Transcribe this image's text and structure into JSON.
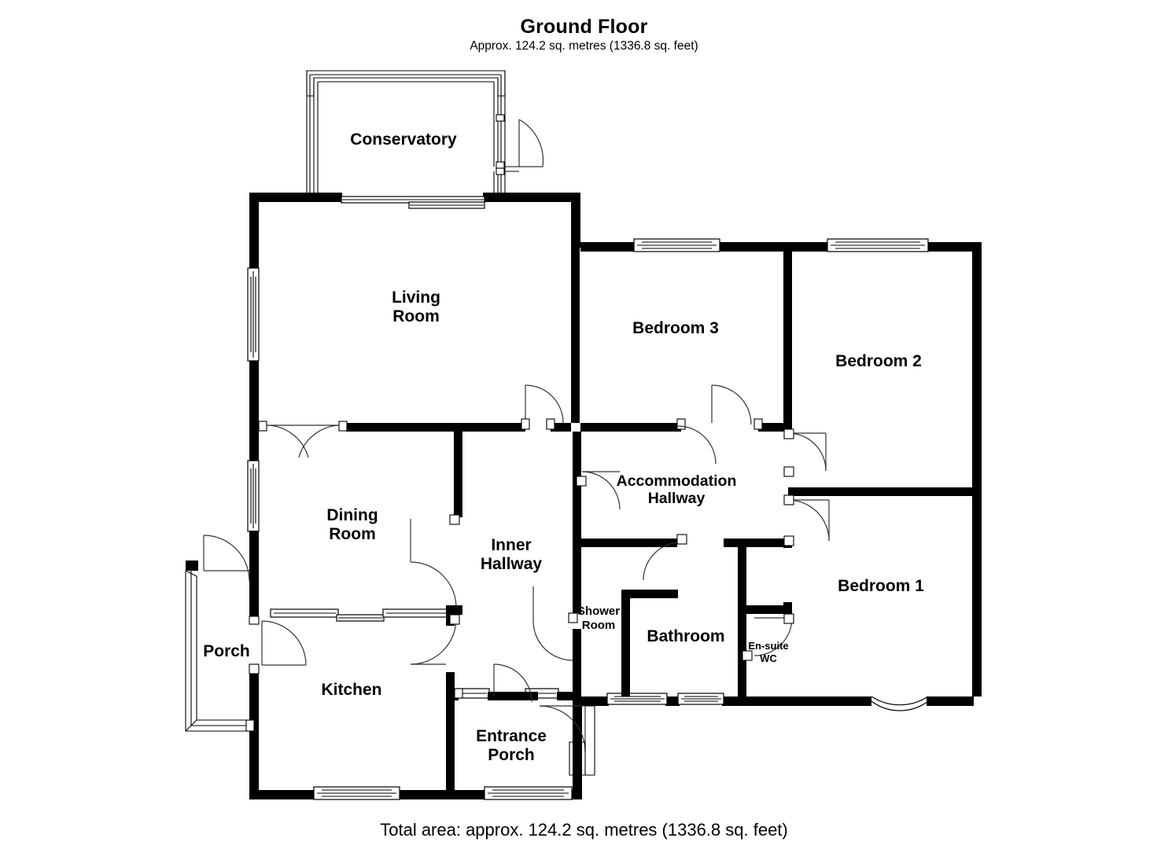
{
  "header": {
    "title": "Ground Floor",
    "subtitle": "Approx. 124.2 sq. metres (1336.8 sq. feet)"
  },
  "footer": {
    "total_area": "Total area: approx. 124.2 sq. metres (1336.8 sq. feet)"
  },
  "plan": {
    "floor_name": "Ground Floor",
    "area_sq_metres": "124.2",
    "area_sq_feet": "1336.8",
    "wall_color": "#000000",
    "background_color": "#ffffff",
    "door_swing_color": "#333333"
  },
  "rooms": [
    {
      "id": "conservatory",
      "label": "Conservatory",
      "label_line1": "Conservatory",
      "label_line2": ""
    },
    {
      "id": "living-room",
      "label": "Living Room",
      "label_line1": "Living",
      "label_line2": "Room"
    },
    {
      "id": "bedroom-3",
      "label": "Bedroom 3",
      "label_line1": "Bedroom 3",
      "label_line2": ""
    },
    {
      "id": "bedroom-2",
      "label": "Bedroom 2",
      "label_line1": "Bedroom 2",
      "label_line2": ""
    },
    {
      "id": "bedroom-1",
      "label": "Bedroom 1",
      "label_line1": "Bedroom 1",
      "label_line2": ""
    },
    {
      "id": "dining-room",
      "label": "Dining Room",
      "label_line1": "Dining",
      "label_line2": "Room"
    },
    {
      "id": "inner-hallway",
      "label": "Inner Hallway",
      "label_line1": "Inner",
      "label_line2": "Hallway"
    },
    {
      "id": "accommodation-hallway",
      "label": "Accommodation Hallway",
      "label_line1": "Accommodation",
      "label_line2": "Hallway"
    },
    {
      "id": "shower-room",
      "label": "Shower Room",
      "label_line1": "Shower",
      "label_line2": "Room"
    },
    {
      "id": "bathroom",
      "label": "Bathroom",
      "label_line1": "Bathroom",
      "label_line2": ""
    },
    {
      "id": "en-suite-wc",
      "label": "En-suite WC",
      "label_line1": "En-suite",
      "label_line2": "WC"
    },
    {
      "id": "kitchen",
      "label": "Kitchen",
      "label_line1": "Kitchen",
      "label_line2": ""
    },
    {
      "id": "porch",
      "label": "Porch",
      "label_line1": "Porch",
      "label_line2": ""
    },
    {
      "id": "entrance-porch",
      "label": "Entrance Porch",
      "label_line1": "Entrance",
      "label_line2": "Porch"
    }
  ]
}
